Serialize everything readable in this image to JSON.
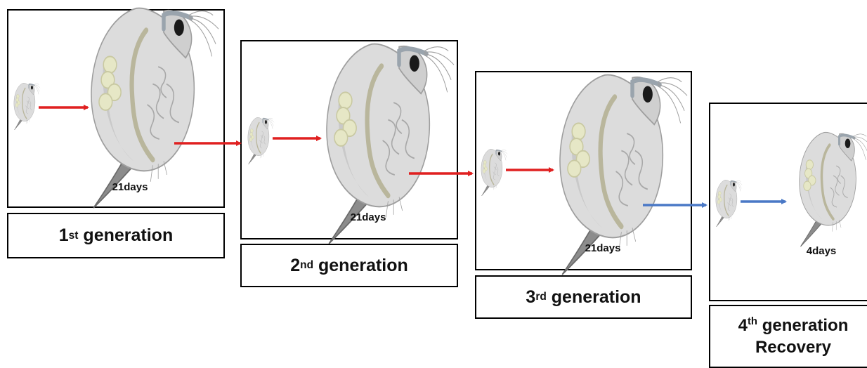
{
  "colors": {
    "red_arrow": "#e02020",
    "blue_arrow": "#4a78c6",
    "frame": "#000000",
    "body": "#dcdcdc"
  },
  "panels": [
    {
      "days": "21days",
      "ordinal": "1",
      "suffix": "st",
      "label": "generation",
      "label2": ""
    },
    {
      "days": "21days",
      "ordinal": "2",
      "suffix": "nd",
      "label": "generation",
      "label2": ""
    },
    {
      "days": "21days",
      "ordinal": "3",
      "suffix": "rd",
      "label": "generation",
      "label2": ""
    },
    {
      "days": "4days",
      "ordinal": "4",
      "suffix": "th",
      "label": "generation",
      "label2": "Recovery"
    }
  ]
}
